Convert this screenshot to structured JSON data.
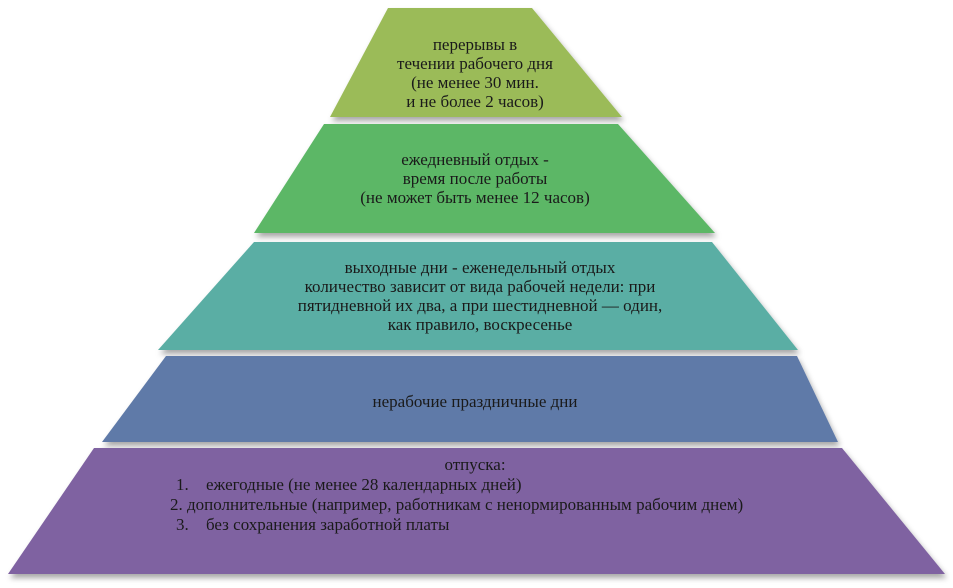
{
  "colors": {
    "tier1": "#9bbb59",
    "tier2": "#5cb766",
    "tier3": "#5aaea4",
    "tier4": "#5f7aa8",
    "tier5": "#7f62a1"
  },
  "tiers": [
    {
      "lines": [
        "перерывы в",
        "течении рабочего дня",
        "(не менее 30 мин.",
        "и не более 2 часов)"
      ]
    },
    {
      "lines": [
        "ежедневный отдых -",
        "время после работы",
        "(не может быть менее 12 часов)"
      ]
    },
    {
      "lines": [
        "выходные дни - еженедельный отдых",
        "количество зависит от вида рабочей недели: при",
        "пятидневной их два, а при шестидневной — один,",
        "как правило, воскресенье"
      ]
    },
    {
      "lines": [
        "нерабочие праздничные дни"
      ]
    },
    {
      "title": "отпуска:",
      "items": [
        {
          "num": "1.",
          "text": "ежегодные (не менее 28 календарных дней)"
        },
        {
          "num": "2.",
          "text": "дополнительные (например, работникам с ненормированным рабочим днем)"
        },
        {
          "num": "3.",
          "text": "без сохранения заработной платы"
        }
      ]
    }
  ]
}
